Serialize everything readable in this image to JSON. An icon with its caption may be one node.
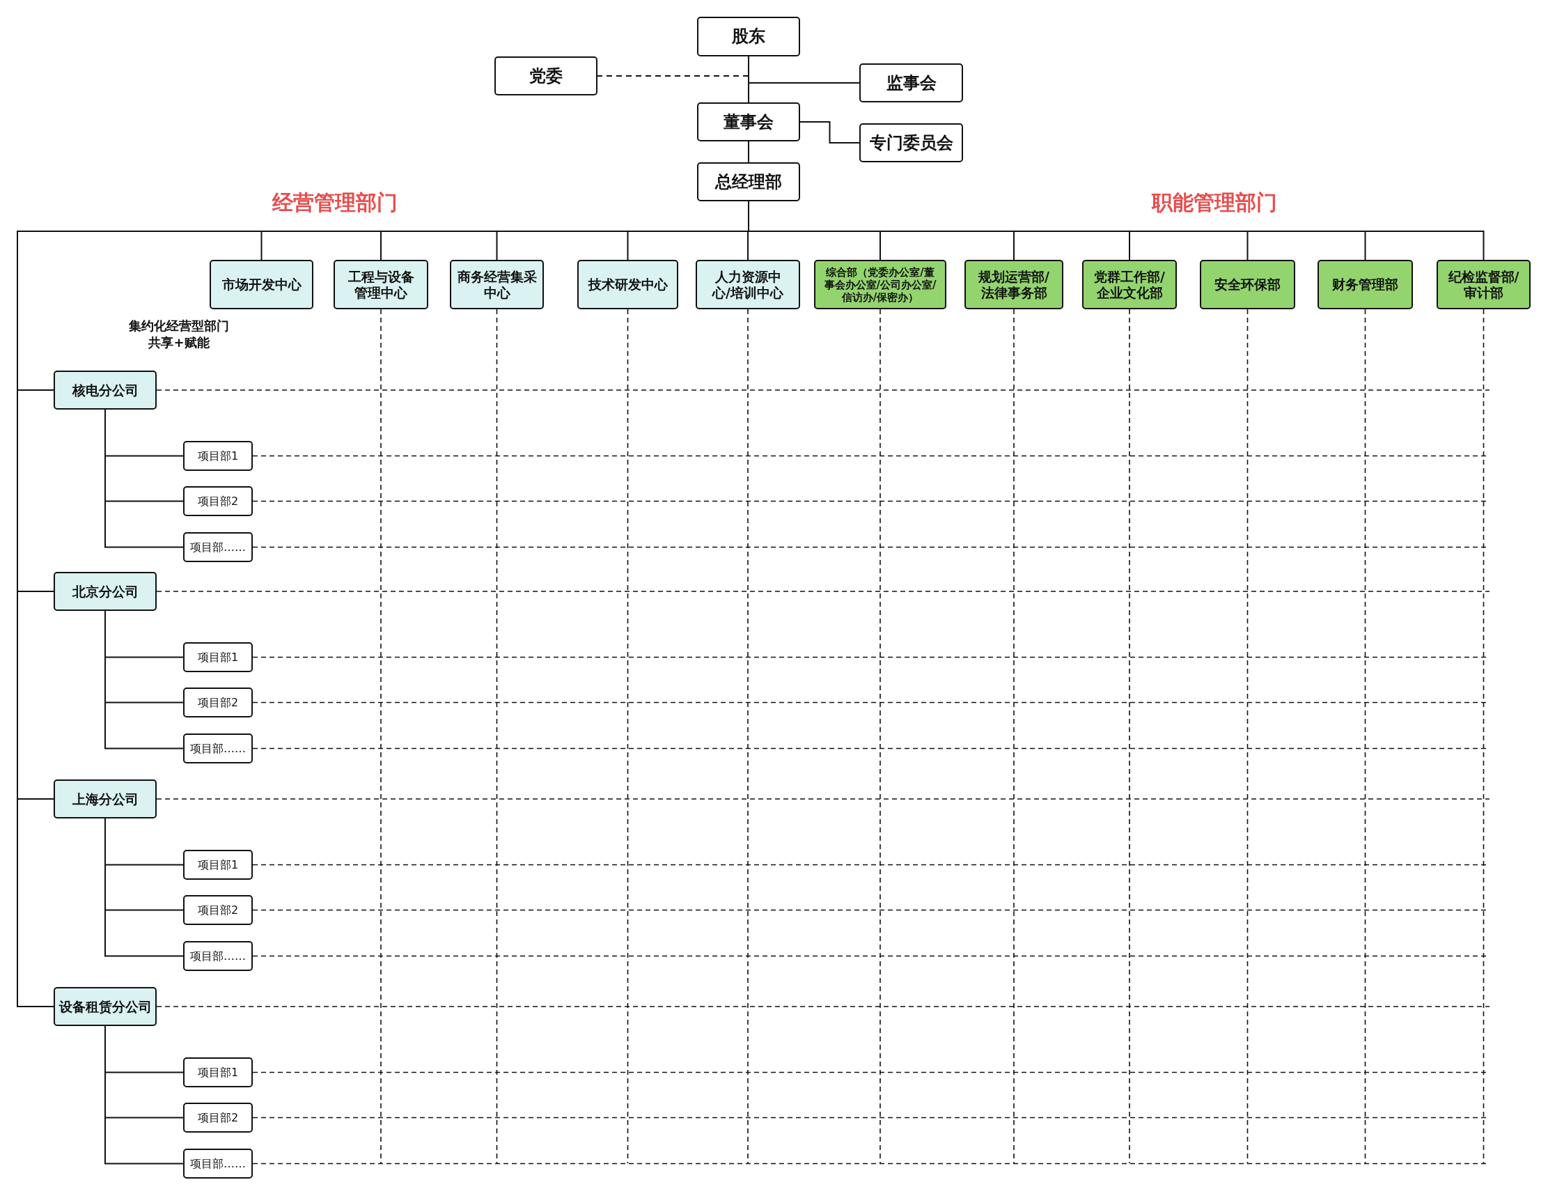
{
  "diagram": {
    "nodes": [
      {
        "text": [
          "股东"
        ]
      },
      {
        "text": [
          "党委"
        ]
      },
      {
        "text": [
          "监事会"
        ]
      },
      {
        "text": [
          "董事会"
        ]
      },
      {
        "text": [
          "专门委员会"
        ]
      },
      {
        "text": [
          "总经理部"
        ]
      },
      {
        "text": [
          "市场开发中心"
        ]
      },
      {
        "text": [
          "工程与设备管理中心"
        ]
      },
      {
        "text": [
          "商务经营集采中心"
        ]
      },
      {
        "text": [
          "技术研发中心"
        ]
      },
      {
        "text": [
          "人力资源中心/培训中心"
        ]
      },
      {
        "text": [
          "综合部（党委办公室/董事会办公室/公司办公室/信访办/保密办）"
        ]
      },
      {
        "text": [
          "规划运营部/法律事务部"
        ]
      },
      {
        "text": [
          "党群工作部/企业文化部"
        ]
      },
      {
        "text": [
          "安全环保部"
        ]
      },
      {
        "text": [
          "财务管理部"
        ]
      },
      {
        "text": [
          "纪检监督部/审计部"
        ]
      },
      {
        "text": [
          "核电分公司"
        ]
      },
      {
        "text": [
          "项目部1"
        ]
      },
      {
        "text": [
          "项目部2"
        ]
      },
      {
        "text": [
          "项目部……"
        ]
      },
      {
        "text": [
          "北京分公司"
        ]
      },
      {
        "text": [
          "项目部1"
        ]
      },
      {
        "text": [
          "项目部2"
        ]
      },
      {
        "text": [
          "项目部……"
        ]
      },
      {
        "text": [
          "上海分公司"
        ]
      },
      {
        "text": [
          "项目部1"
        ]
      },
      {
        "text": [
          "项目部2"
        ]
      },
      {
        "text": [
          "项目部……"
        ]
      },
      {
        "text": [
          "设备租赁分公司"
        ]
      },
      {
        "text": [
          "项目部1"
        ]
      },
      {
        "text": [
          "项目部2"
        ]
      },
      {
        "text": [
          "项目部……"
        ]
      }
    ],
    "edges": [
      {
        "from": 0,
        "to": 3,
        "arrow": "none"
      },
      {
        "from": 0,
        "to": 1,
        "arrow": "none",
        "style": "dashed"
      },
      {
        "from": 0,
        "to": 2,
        "arrow": "none"
      },
      {
        "from": 3,
        "to": 4,
        "arrow": "none"
      },
      {
        "from": 3,
        "to": 5,
        "arrow": "none"
      },
      {
        "from": 5,
        "to": 6,
        "arrow": "none"
      },
      {
        "from": 5,
        "to": 7,
        "arrow": "none"
      },
      {
        "from": 5,
        "to": 8,
        "arrow": "none"
      },
      {
        "from": 5,
        "to": 9,
        "arrow": "none"
      },
      {
        "from": 5,
        "to": 10,
        "arrow": "none"
      },
      {
        "from": 5,
        "to": 11,
        "arrow": "none"
      },
      {
        "from": 5,
        "to": 12,
        "arrow": "none"
      },
      {
        "from": 5,
        "to": 13,
        "arrow": "none"
      },
      {
        "from": 5,
        "to": 14,
        "arrow": "none"
      },
      {
        "from": 5,
        "to": 15,
        "arrow": "none"
      },
      {
        "from": 5,
        "to": 16,
        "arrow": "none"
      },
      {
        "from": 5,
        "to": 17,
        "arrow": "none"
      },
      {
        "from": 17,
        "to": 18,
        "arrow": "none"
      },
      {
        "from": 17,
        "to": 19,
        "arrow": "none"
      },
      {
        "from": 17,
        "to": 20,
        "arrow": "none"
      },
      {
        "from": 5,
        "to": 21,
        "arrow": "none"
      },
      {
        "from": 21,
        "to": 22,
        "arrow": "none"
      },
      {
        "from": 21,
        "to": 23,
        "arrow": "none"
      },
      {
        "from": 21,
        "to": 24,
        "arrow": "none"
      },
      {
        "from": 5,
        "to": 25,
        "arrow": "none"
      },
      {
        "from": 25,
        "to": 26,
        "arrow": "none"
      },
      {
        "from": 25,
        "to": 27,
        "arrow": "none"
      },
      {
        "from": 25,
        "to": 28,
        "arrow": "none"
      },
      {
        "from": 5,
        "to": 29,
        "arrow": "none"
      },
      {
        "from": 29,
        "to": 30,
        "arrow": "none"
      },
      {
        "from": 29,
        "to": 31,
        "arrow": "none"
      },
      {
        "from": 29,
        "to": 32,
        "arrow": "none"
      }
    ],
    "labels": [
      "经营管理部门",
      "职能管理部门",
      "集约化经营型部门",
      "共享+赋能"
    ]
  }
}
